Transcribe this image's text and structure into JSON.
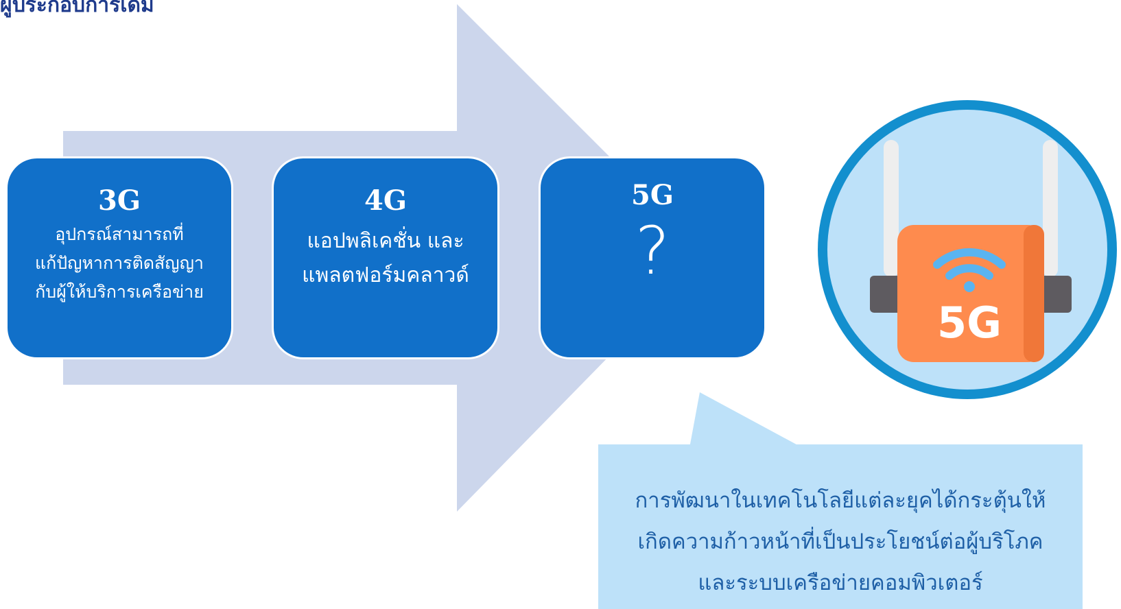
{
  "header": {
    "title": "ผู้ประกอบการเดิม"
  },
  "colors": {
    "arrow": "#ccd6ec",
    "card": "#1170c9",
    "callout": "#bde1f9",
    "callout_text": "#1e5fa6",
    "title": "#1f3b8c",
    "circle_fill": "#bde1f9",
    "circle_ring": "#138fce",
    "router_body": "#fe8b4e",
    "wifi": "#5ab4f0"
  },
  "cards": [
    {
      "title": "3G",
      "lines": [
        "อุปกรณ์สามารถที่",
        "แก้ปัญหาการติดสัญญา",
        "กับผู้ให้บริการเครือข่าย"
      ]
    },
    {
      "title": "4G",
      "lines": [
        "แอปพลิเคชั่น และ",
        "แพลตฟอร์มคลาวด์"
      ]
    },
    {
      "title": "5G",
      "symbol": "?"
    }
  ],
  "illustration": {
    "icon": "5g-router-icon",
    "label": "5G"
  },
  "callout": {
    "lines": [
      "การพัฒนาในเทคโนโลยีแต่ละยุคได้กระตุ้นให้",
      "เกิดความก้าวหน้าที่เป็นประโยชน์ต่อผู้บริโภค",
      "และระบบเครือข่ายคอมพิวเตอร์"
    ]
  }
}
